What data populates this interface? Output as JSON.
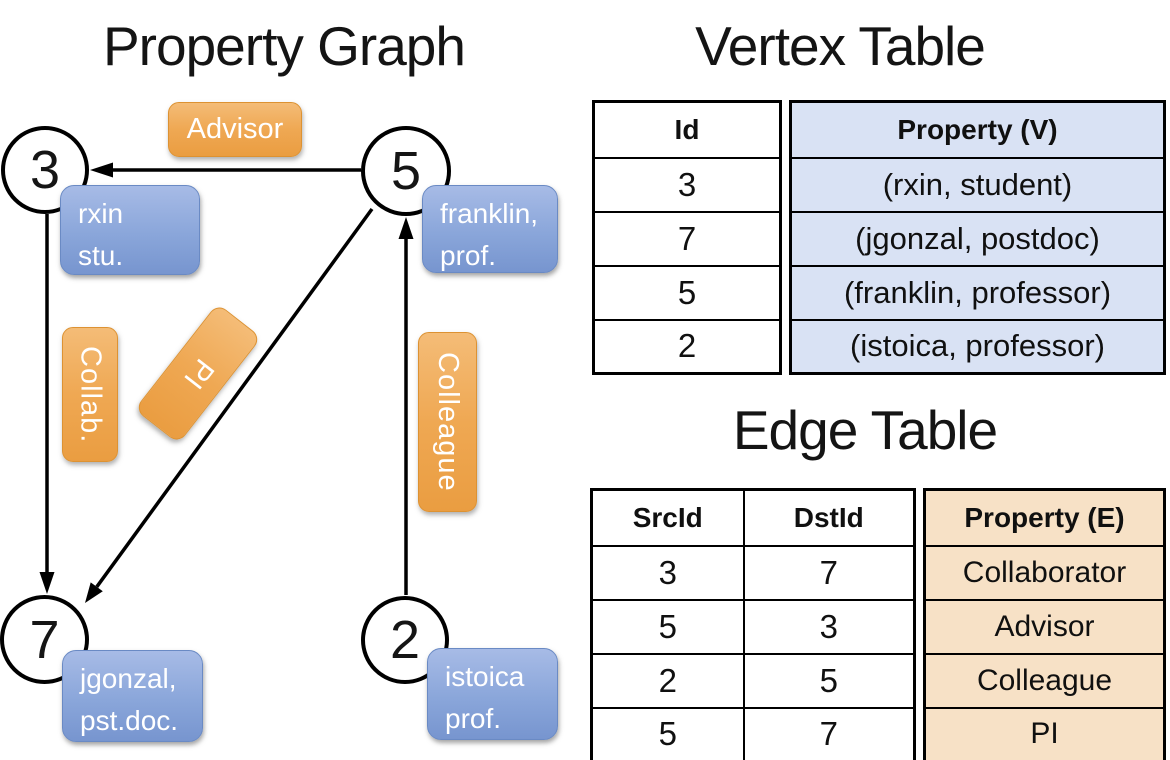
{
  "colors": {
    "orange-top": "#f4bc77",
    "orange-bottom": "#ea9d41",
    "blue-top": "#a7bbe6",
    "blue-bottom": "#7795cf",
    "vcell": "#d9e2f4",
    "ecell": "#f7e1c6",
    "ink": "#000000"
  },
  "graph": {
    "title": "Property Graph",
    "vertices": [
      {
        "id": "3",
        "name": "rxin",
        "role": "stu."
      },
      {
        "id": "5",
        "name": "franklin,",
        "role": "prof."
      },
      {
        "id": "7",
        "name": "jgonzal,",
        "role": "pst.doc."
      },
      {
        "id": "2",
        "name": "istoica",
        "role": "prof."
      }
    ],
    "edge_labels": {
      "advisor": "Advisor",
      "collab": "Collab.",
      "pi": "PI",
      "colleague": "Colleague"
    }
  },
  "vertex_table": {
    "title": "Vertex Table",
    "columns": [
      "Id",
      "Property (V)"
    ],
    "rows": [
      [
        "3",
        "(rxin, student)"
      ],
      [
        "7",
        "(jgonzal, postdoc)"
      ],
      [
        "5",
        "(franklin, professor)"
      ],
      [
        "2",
        "(istoica, professor)"
      ]
    ]
  },
  "edge_table": {
    "title": "Edge Table",
    "columns": [
      "SrcId",
      "DstId",
      "Property (E)"
    ],
    "rows": [
      [
        "3",
        "7",
        "Collaborator"
      ],
      [
        "5",
        "3",
        "Advisor"
      ],
      [
        "2",
        "5",
        "Colleague"
      ],
      [
        "5",
        "7",
        "PI"
      ]
    ]
  }
}
